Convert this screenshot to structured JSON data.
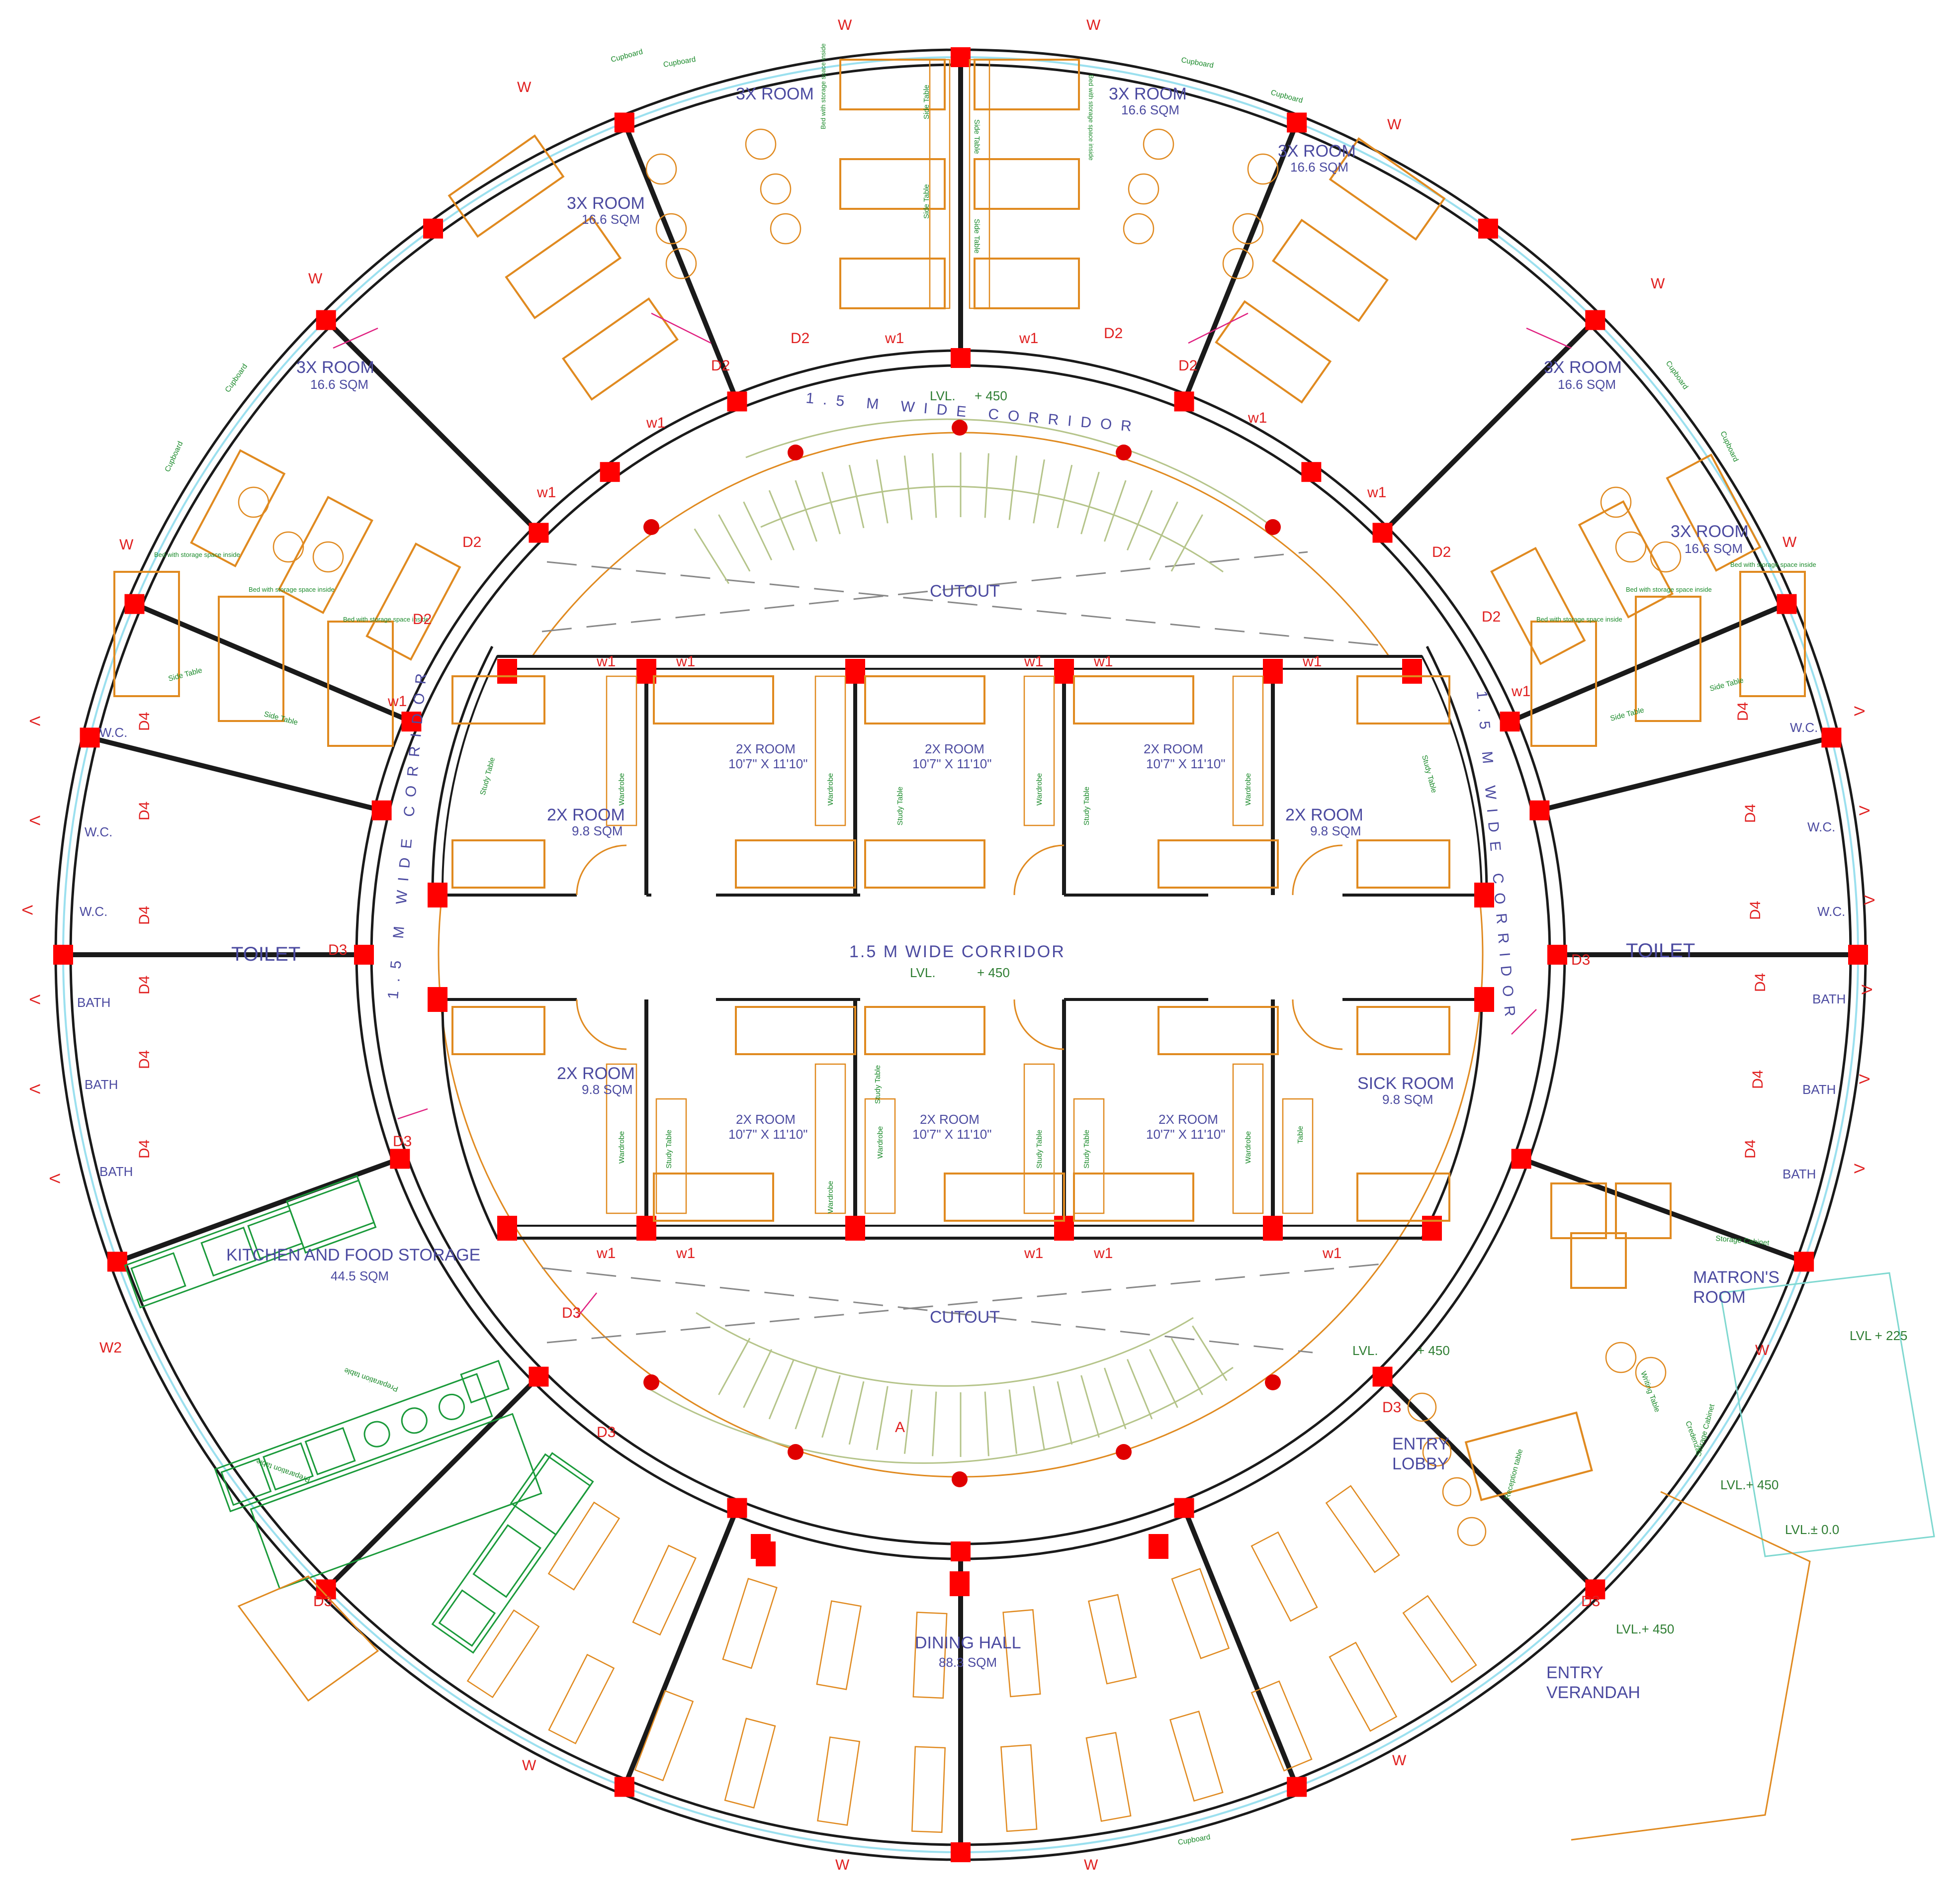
{
  "rooms": {
    "room3x_label": "3X ROOM",
    "room3x_area": "16.6 SQM",
    "room2x_label": "2X ROOM",
    "room2x_area": "9.8 SQM",
    "room2x_dims_label": "2X ROOM",
    "room2x_dims": "10'7\" X 11'10\"",
    "sick_room": "SICK ROOM",
    "sick_room_area": "9.8 SQM",
    "toilet": "TOILET",
    "kitchen": "KITCHEN AND FOOD STORAGE",
    "kitchen_area": "44.5 SQM",
    "dining": "DINING HALL",
    "dining_area": "88.3 SQM",
    "matron_1": "MATRON'S",
    "matron_2": "ROOM",
    "entry_lobby_1": "ENTRY",
    "entry_lobby_2": "LOBBY",
    "entry_verandah_1": "ENTRY",
    "entry_verandah_2": "VERANDAH",
    "cutout": "CUTOUT"
  },
  "corridors": {
    "outer": "1.5 M WIDE CORRIDOR",
    "middle": "1.5 M WIDE CORRIDOR",
    "left_vertical": "1.5 M WIDE CORRIDOR",
    "right_vertical": "1.5 M WIDE CORRIDOR",
    "level_label": "LVL.",
    "level_value": "+ 450"
  },
  "levels": {
    "lvl_225": "LVL + 225",
    "lvl_450_a": "LVL.+ 450",
    "lvl_00": "LVL.± 0.0",
    "lvl_450_b": "LVL.+ 450",
    "lobby_lvl": "LVL.",
    "lobby_lvl_val": "+ 450"
  },
  "wet_rooms": {
    "wc": "W.C.",
    "bath": "BATH"
  },
  "furniture": {
    "cupboard": "Cupboard",
    "side_table": "Side Table",
    "bed_storage": "Bed with storage space inside",
    "study_table": "Study Table",
    "wardrobe": "Wardrobe",
    "table": "Table",
    "prep_table": "Preparation table",
    "storage_cabinet": "Storage Cabinet",
    "reception_table": "Reception table",
    "writing_table": "Writing Table",
    "credenza": "Credenza"
  },
  "tags": {
    "w": "W",
    "w1": "w1",
    "w2": "W2",
    "v": "V",
    "d2": "D2",
    "d3": "D3",
    "d4": "D4",
    "a": "A"
  },
  "colors": {
    "wall": "#1a1a1a",
    "column": "#ff0000",
    "furniture": "#e08a20",
    "kitchen_equipment": "#1a9a3a",
    "label_text": "#4b4aa0",
    "window": "#5fc8e8",
    "door_swing": "#e02080"
  }
}
